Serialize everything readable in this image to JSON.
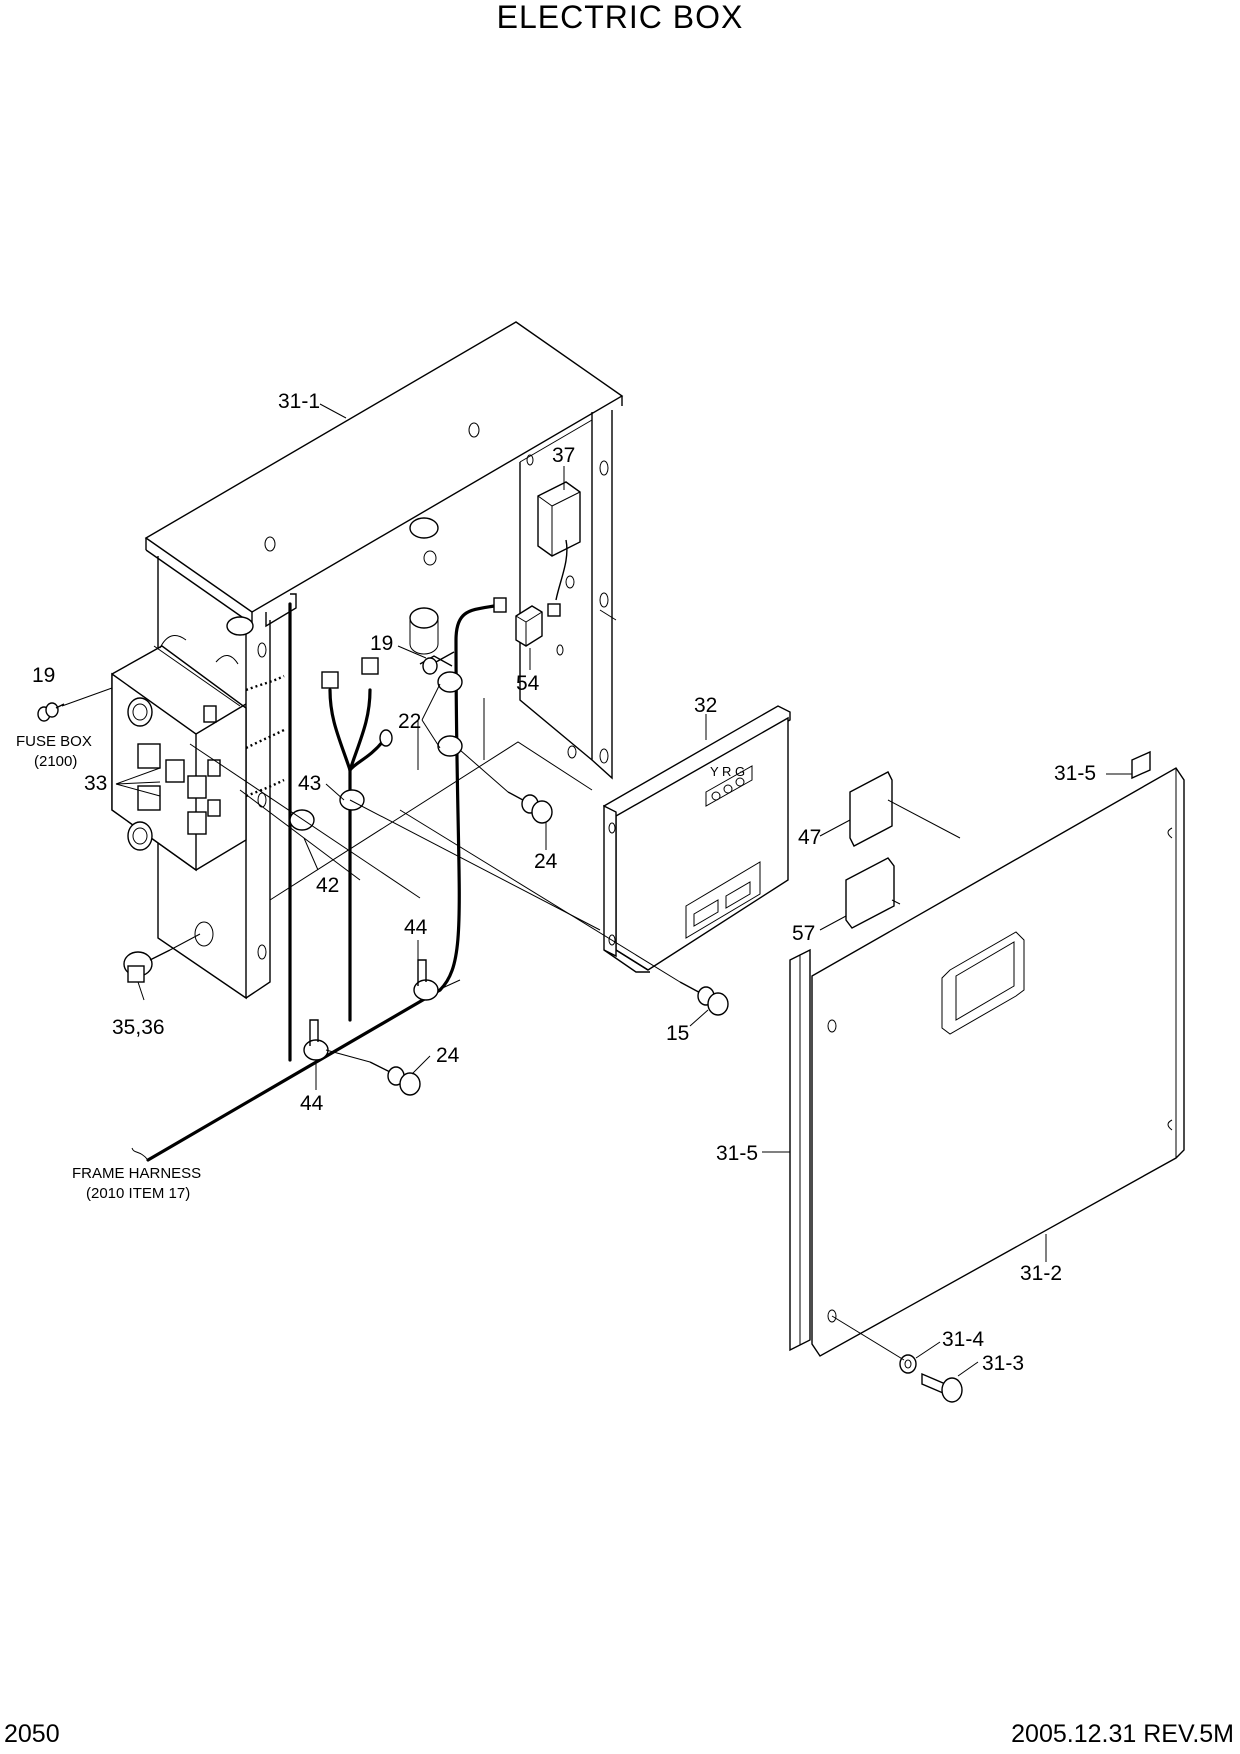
{
  "title": "ELECTRIC BOX",
  "page_number": "2050",
  "revision": "2005.12.31 REV.5M",
  "callouts": {
    "c31_1": "31-1",
    "c37": "37",
    "c19_top": "19",
    "c19_left": "19",
    "c54": "54",
    "c22": "22",
    "c32": "32",
    "c31_5_top": "31-5",
    "c43": "43",
    "c33": "33",
    "c24_upper": "24",
    "c47": "47",
    "c42": "42",
    "c57": "57",
    "c44_upper": "44",
    "c15": "15",
    "c35_36": "35,36",
    "c24_lower": "24",
    "c44_lower": "44",
    "c31_5_side": "31-5",
    "c31_2": "31-2",
    "c31_4": "31-4",
    "c31_3": "31-3"
  },
  "notes": {
    "fuse_box_line1": "FUSE BOX",
    "fuse_box_line2": "(2100)",
    "frame_harness_line1": "FRAME HARNESS",
    "frame_harness_line2": "(2010 ITEM 17)",
    "controller_lamps": "Y R G"
  }
}
